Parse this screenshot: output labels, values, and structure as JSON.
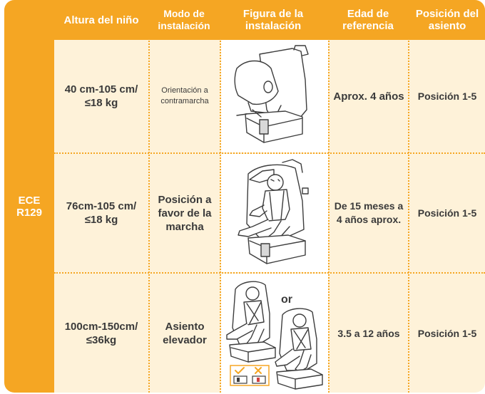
{
  "side": {
    "line1": "ECE",
    "line2": "R129"
  },
  "headers": {
    "height": "Altura del niño",
    "mode": "Modo de instalación",
    "figure": "Figura de la instalación",
    "age": "Edad de referencia",
    "position": "Posición del asiento"
  },
  "rows": [
    {
      "height": "40 cm-105 cm/ ≤18 kg",
      "mode": "Orientación a contramarcha",
      "age": "Aprox. 4 años",
      "position": "Posición 1-5"
    },
    {
      "height": "76cm-105 cm/ ≤18 kg",
      "mode": "Posición a favor de la marcha",
      "age": "De 15 meses a 4 años aprox.",
      "position": "Posición 1-5"
    },
    {
      "height": "100cm-150cm/ ≤36kg",
      "mode": "Asiento elevador",
      "age": "3.5 a 12 años",
      "position": "Posición 1-5"
    }
  ],
  "figure_or": "or",
  "colors": {
    "accent": "#f5a623",
    "background": "#fef2d9",
    "text": "#3a3a3a",
    "check": "#f5a623",
    "cross": "#f5a623"
  }
}
